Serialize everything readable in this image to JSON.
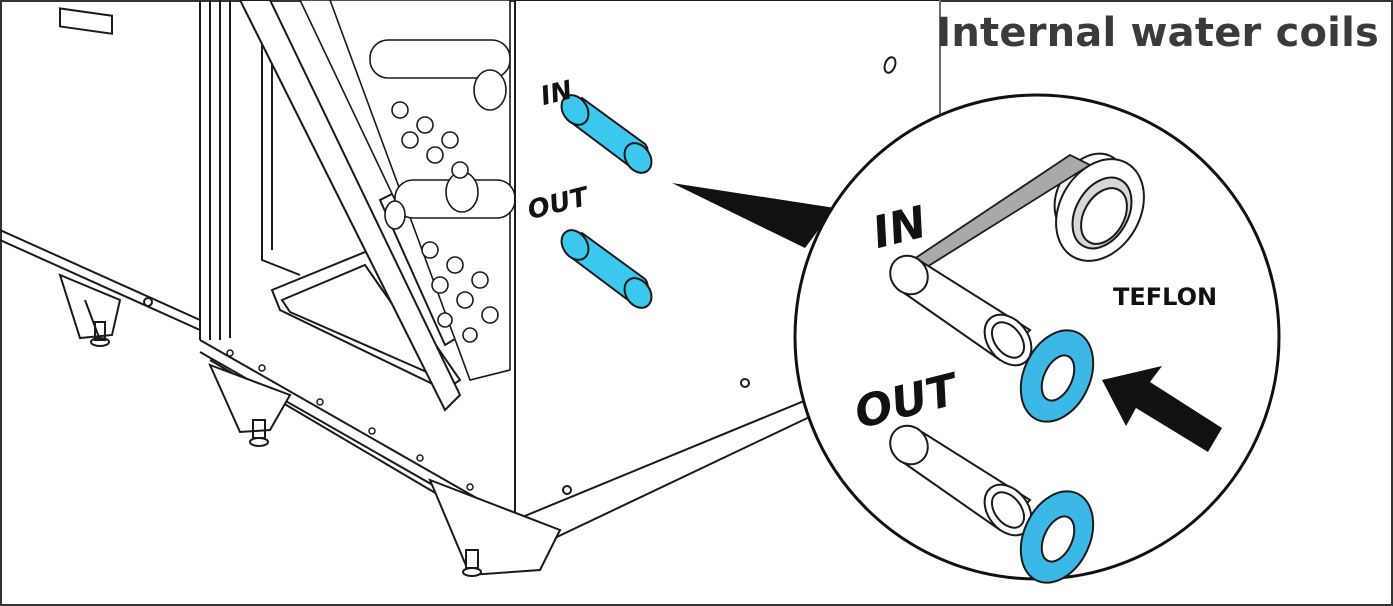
{
  "title": "Internal water coils",
  "labels": {
    "in_small": "IN",
    "out_small": "OUT",
    "in_detail": "IN",
    "out_detail": "OUT",
    "teflon": "TEFLON"
  },
  "colors": {
    "pipe_fill": "#3cc8ee",
    "washer_fill": "#3cb8e6",
    "line": "#1a1a1a",
    "tape": "#a9a9a9"
  }
}
